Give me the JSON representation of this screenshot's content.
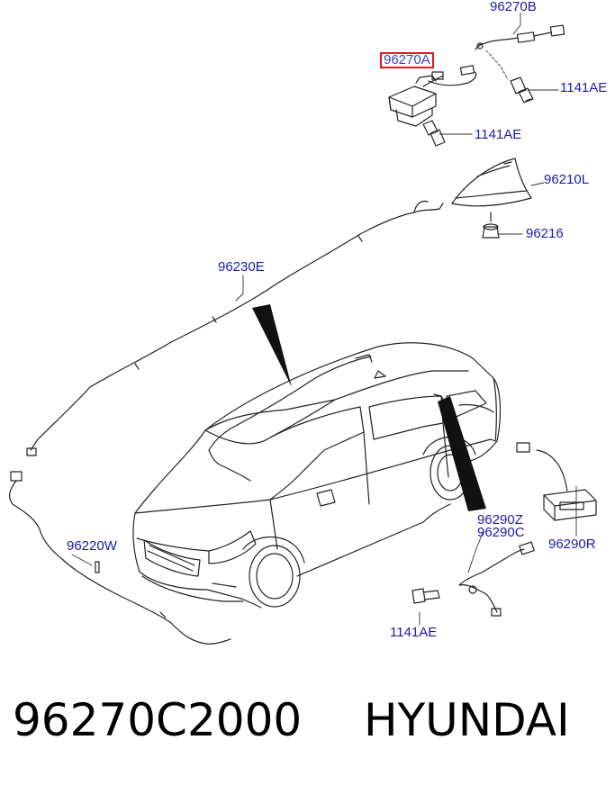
{
  "labels": {
    "l96270b": "96270B",
    "l96270a": "96270A",
    "l1141ae_a": "1141AE",
    "l1141ae_b": "1141AE",
    "l96210l": "96210L",
    "l96216": "96216",
    "l96230e": "96230E",
    "l96290z": "96290Z",
    "l96290c": "96290C",
    "l96290r": "96290R",
    "l96220w": "96220W",
    "l1141ae_c": "1141AE"
  },
  "footer": {
    "part_number": "96270C2000",
    "brand": "HYUNDAI"
  },
  "colors": {
    "label_text": "#1a1aa8",
    "highlight_box": "#e01818",
    "line_art": "#222222"
  }
}
